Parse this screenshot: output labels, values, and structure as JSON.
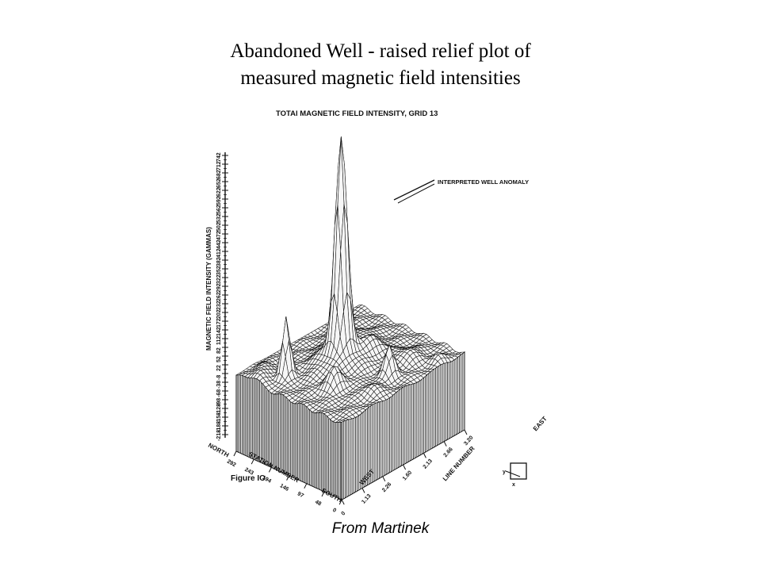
{
  "slide": {
    "title_line1": "Abandoned Well - raised relief plot of",
    "title_line2": "measured magnetic field intensities",
    "caption": "From Martinek"
  },
  "figure": {
    "plot_title": "TOTAl MAGNETIC FIELD INTENSITY, GRID 13",
    "annotation": "INTERPRETED WELL ANOMALY",
    "z_axis_label": "MAGNETIC FIELD INTENSITY (GAMMAS)",
    "z_tick_labels": [
      "-218",
      "-188",
      "-158",
      "-128",
      "-98",
      "-68",
      "-38",
      "-8",
      "22",
      "52",
      "82",
      "112",
      "142",
      "172",
      "202",
      "232",
      "262",
      "292",
      "322",
      "352",
      "382",
      "412",
      "442",
      "472",
      "502",
      "532",
      "562",
      "592",
      "622",
      "652",
      "682",
      "712",
      "742"
    ],
    "station_axis": {
      "label": "STATION NUMBER",
      "start": "NORTH",
      "end": "SOUTH",
      "ticks": [
        "292",
        "243",
        "194",
        "146",
        "97",
        "48",
        "0"
      ]
    },
    "line_axis": {
      "label": "LINE NUMBER",
      "start": "WEST",
      "end": "EAST",
      "ticks": [
        "0",
        "1.13",
        "2.26",
        "1.60",
        "2.13",
        "2.66",
        "3.20"
      ]
    },
    "figure_label": "Figure IO",
    "view_icon_letters": [
      "y",
      "x"
    ],
    "line_color": "#111111"
  }
}
